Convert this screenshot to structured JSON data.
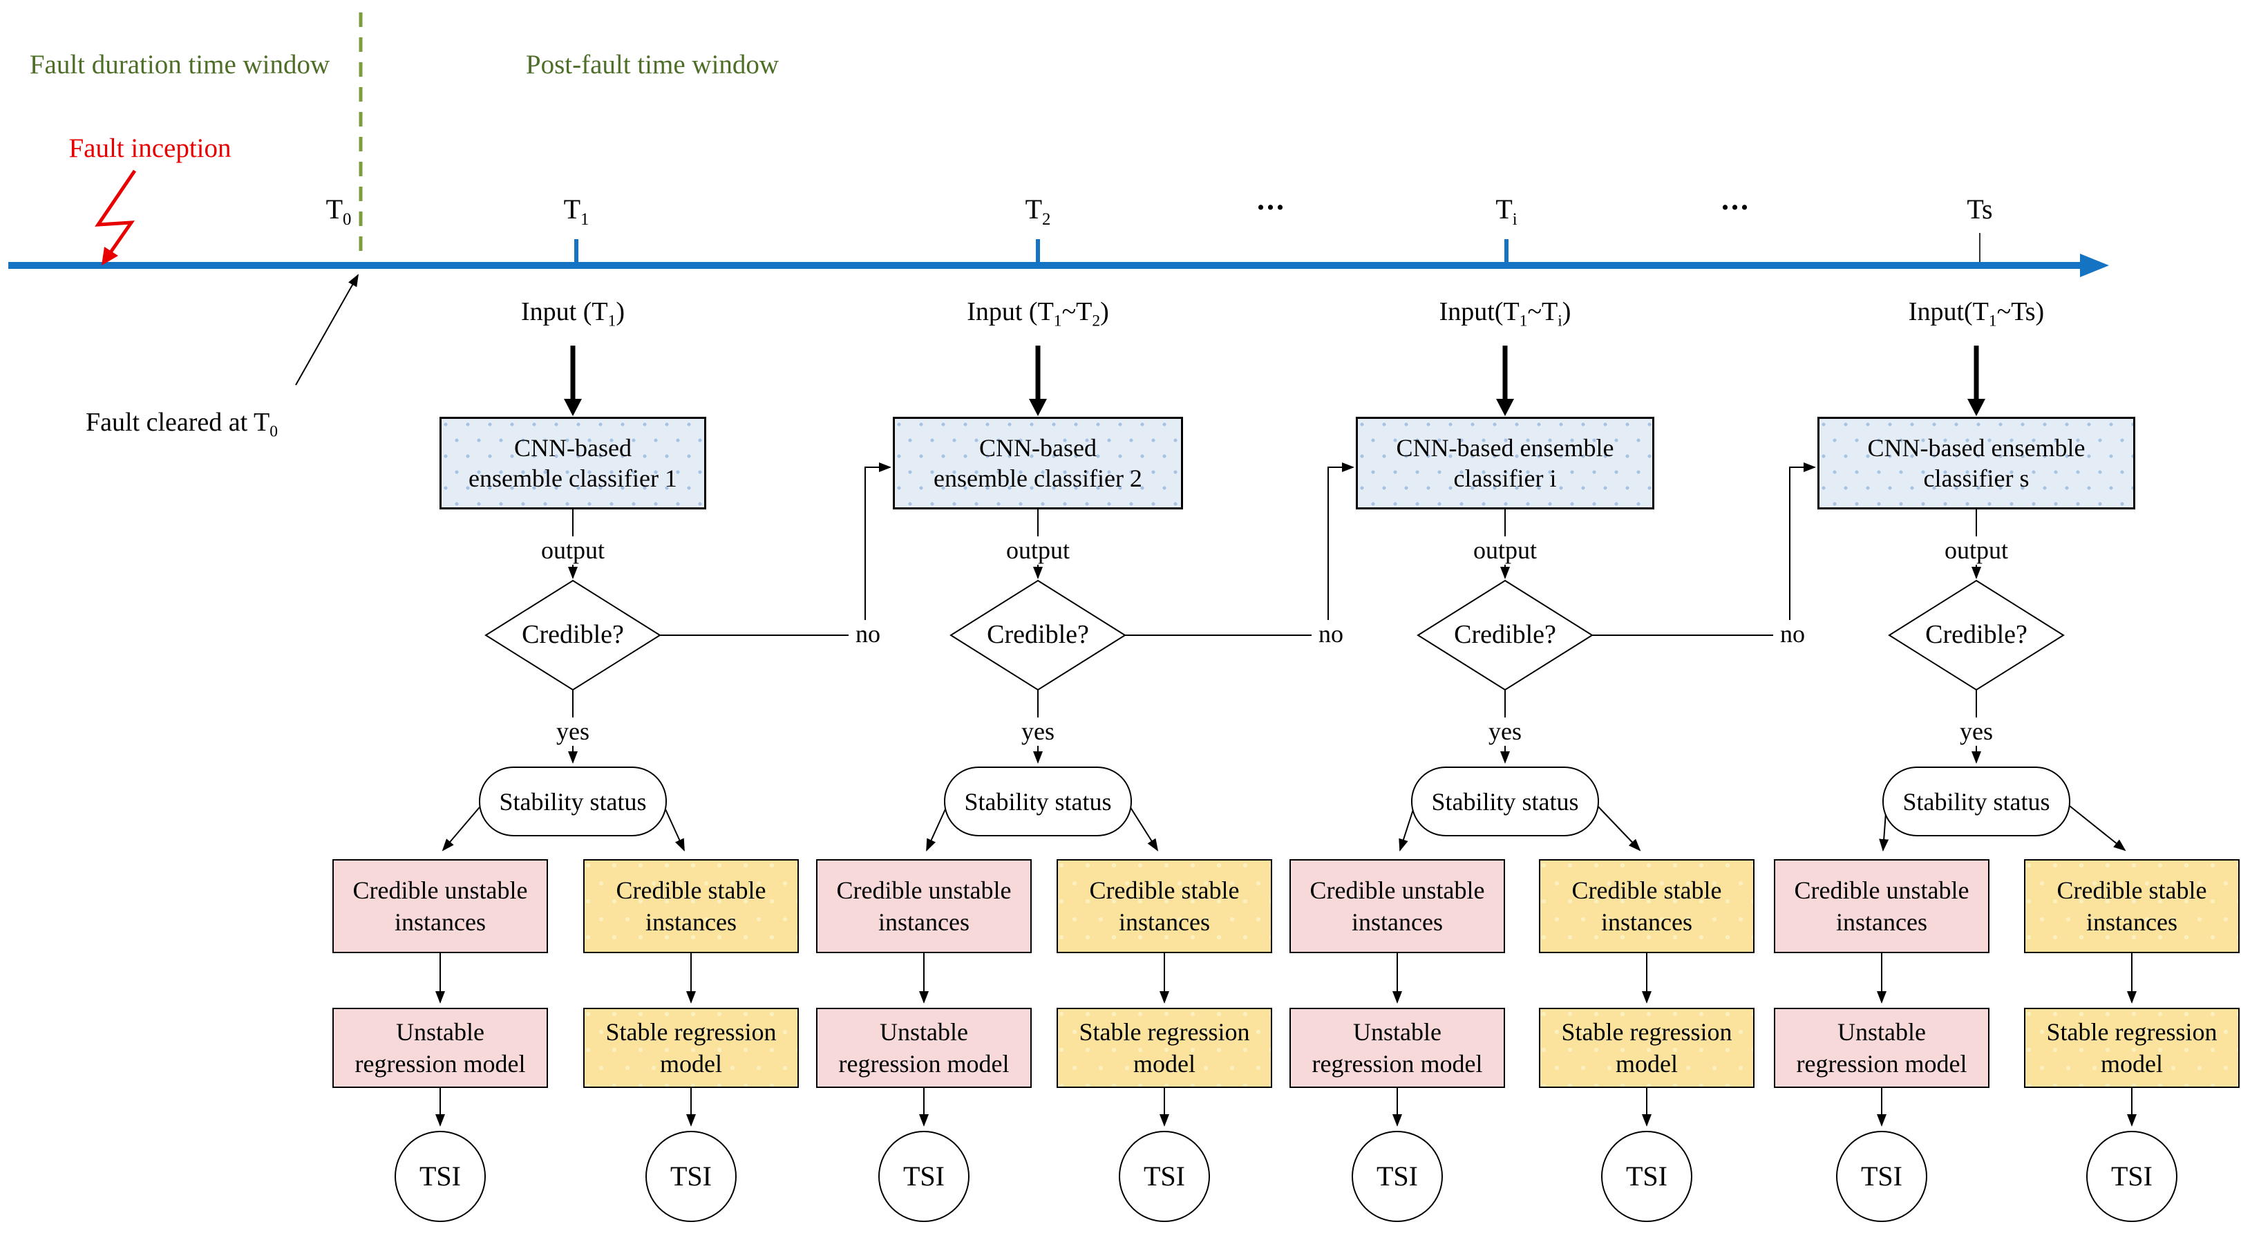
{
  "header": {
    "fault_duration_label": "Fault duration time window",
    "post_fault_label": "Post-fault time window",
    "fault_inception_label": "Fault inception",
    "fault_cleared_label": "Fault cleared at T_{0}"
  },
  "timeline": {
    "labels": [
      "T_{0}",
      "T_{1}",
      "T_{2}",
      "...",
      "T_{i}",
      "...",
      "Ts"
    ]
  },
  "units": [
    {
      "input": "Input (T_{1})",
      "line1": "CNN-based",
      "line2": "ensemble classifier 1",
      "output": "output",
      "credible": "Credible?",
      "yes": "yes",
      "no": "no",
      "status": "Stability status"
    },
    {
      "input": "Input (T_{1}~T_{2})",
      "line1": "CNN-based",
      "line2": "ensemble classifier 2",
      "output": "output",
      "credible": "Credible?",
      "yes": "yes",
      "no": "no",
      "status": "Stability status"
    },
    {
      "input": "Input(T_{1}~T_{i})",
      "line1": "CNN-based ensemble",
      "line2": "classifier i",
      "output": "output",
      "credible": "Credible?",
      "yes": "yes",
      "no": "no",
      "status": "Stability status"
    },
    {
      "input": "Input(T_{1}~Ts)",
      "line1": "CNN-based ensemble",
      "line2": "classifier s",
      "output": "output",
      "credible": "Credible?",
      "yes": "yes",
      "status": "Stability status"
    }
  ],
  "columns": [
    {
      "type": "unstable",
      "instance1": "Credible unstable",
      "instance2": "instances",
      "model1": "Unstable",
      "model2": "regression model",
      "tsi": "TSI"
    },
    {
      "type": "stable",
      "instance1": "Credible stable",
      "instance2": "instances",
      "model1": "Stable regression",
      "model2": "model",
      "tsi": "TSI"
    },
    {
      "type": "unstable",
      "instance1": "Credible unstable",
      "instance2": "instances",
      "model1": "Unstable",
      "model2": "regression model",
      "tsi": "TSI"
    },
    {
      "type": "stable",
      "instance1": "Credible stable",
      "instance2": "instances",
      "model1": "Stable regression",
      "model2": "model",
      "tsi": "TSI"
    },
    {
      "type": "unstable",
      "instance1": "Credible unstable",
      "instance2": "instances",
      "model1": "Unstable",
      "model2": "regression model",
      "tsi": "TSI"
    },
    {
      "type": "stable",
      "instance1": "Credible stable",
      "instance2": "instances",
      "model1": "Stable regression",
      "model2": "model",
      "tsi": "TSI"
    },
    {
      "type": "unstable",
      "instance1": "Credible unstable",
      "instance2": "instances",
      "model1": "Unstable",
      "model2": "regression model",
      "tsi": "TSI"
    },
    {
      "type": "stable",
      "instance1": "Credible stable",
      "instance2": "instances",
      "model1": "Stable regression",
      "model2": "model",
      "tsi": "TSI"
    }
  ],
  "colors": {
    "timeline_blue": "#1473c2",
    "window_green_text": "#4e6e28",
    "dashed_line_green": "#7d9c3e",
    "fault_red": "#e80000",
    "classifier_fill": "#e4ecf5",
    "classifier_dot": "#a9c3e5",
    "stable_fill": "#fbe29d",
    "stable_dot": "#fdf0bf",
    "unstable_fill": "#f7d9d9"
  }
}
